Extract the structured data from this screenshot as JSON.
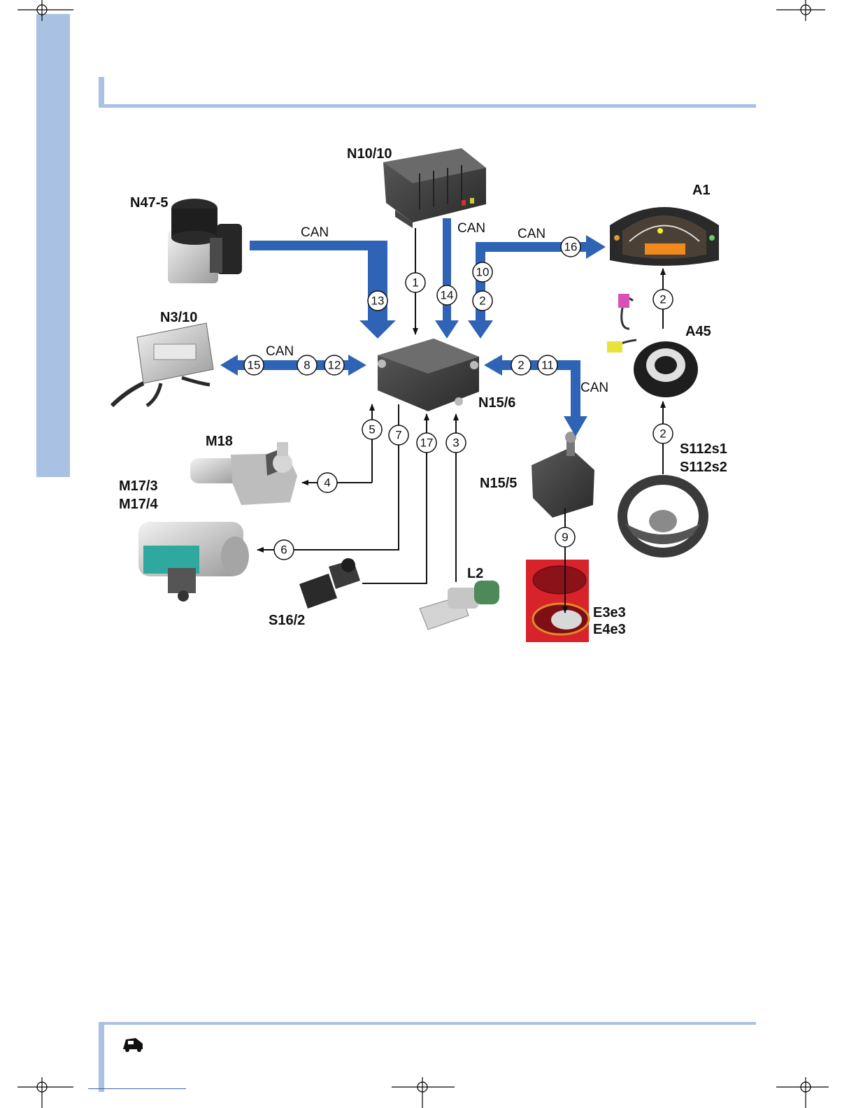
{
  "components": {
    "n10_10": "N10/10",
    "n47_5": "N47-5",
    "a1": "A1",
    "n3_10": "N3/10",
    "a45": "A45",
    "n15_6": "N15/6",
    "m18": "M18",
    "m17_3": "M17/3",
    "m17_4": "M17/4",
    "n15_5": "N15/5",
    "s112s1": "S112s1",
    "s112s2": "S112s2",
    "s16_2": "S16/2",
    "l2": "L2",
    "e3e3": "E3e3",
    "e4e3": "E4e3"
  },
  "bus": {
    "can_n47": "CAN",
    "can_n10": "CAN",
    "can_a1": "CAN",
    "can_n3": "CAN",
    "can_n15_5": "CAN"
  },
  "signals": {
    "s1": "1",
    "s2a": "2",
    "s2b": "2",
    "s2c": "2",
    "s2d": "2",
    "s3": "3",
    "s4": "4",
    "s5": "5",
    "s6": "6",
    "s7": "7",
    "s8": "8",
    "s9": "9",
    "s10": "10",
    "s11": "11",
    "s12": "12",
    "s13": "13",
    "s14": "14",
    "s15": "15",
    "s16": "16",
    "s17": "17"
  },
  "colors": {
    "can_arrow": "#2f63b5",
    "page_band": "#a9c1e2",
    "component_dark": "#3a3a3a",
    "component_light": "#d0d0d0",
    "tail_lamp_red": "#d8232a"
  }
}
